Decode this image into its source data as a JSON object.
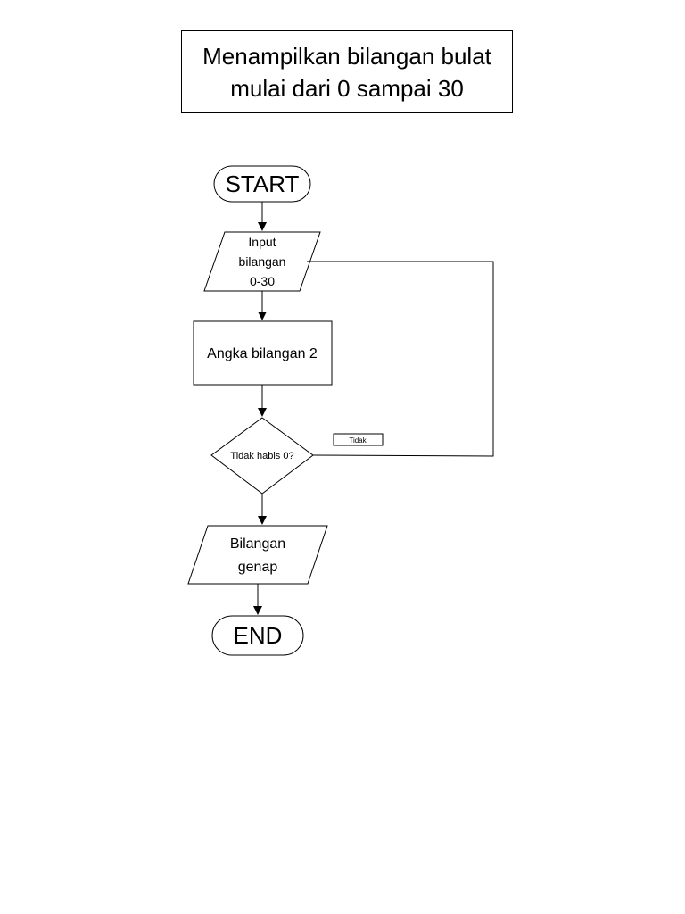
{
  "title": {
    "line1": "Menampilkan bilangan bulat",
    "line2": "mulai dari 0 sampai 30"
  },
  "flowchart": {
    "start": "START",
    "input": {
      "line1": "Input",
      "line2": "bilangan",
      "line3": "0-30"
    },
    "process": "Angka bilangan 2",
    "decision": "Tidak habis 0?",
    "loop_label": "Tidak",
    "output": {
      "line1": "Bilangan",
      "line2": "genap"
    },
    "end": "END"
  }
}
